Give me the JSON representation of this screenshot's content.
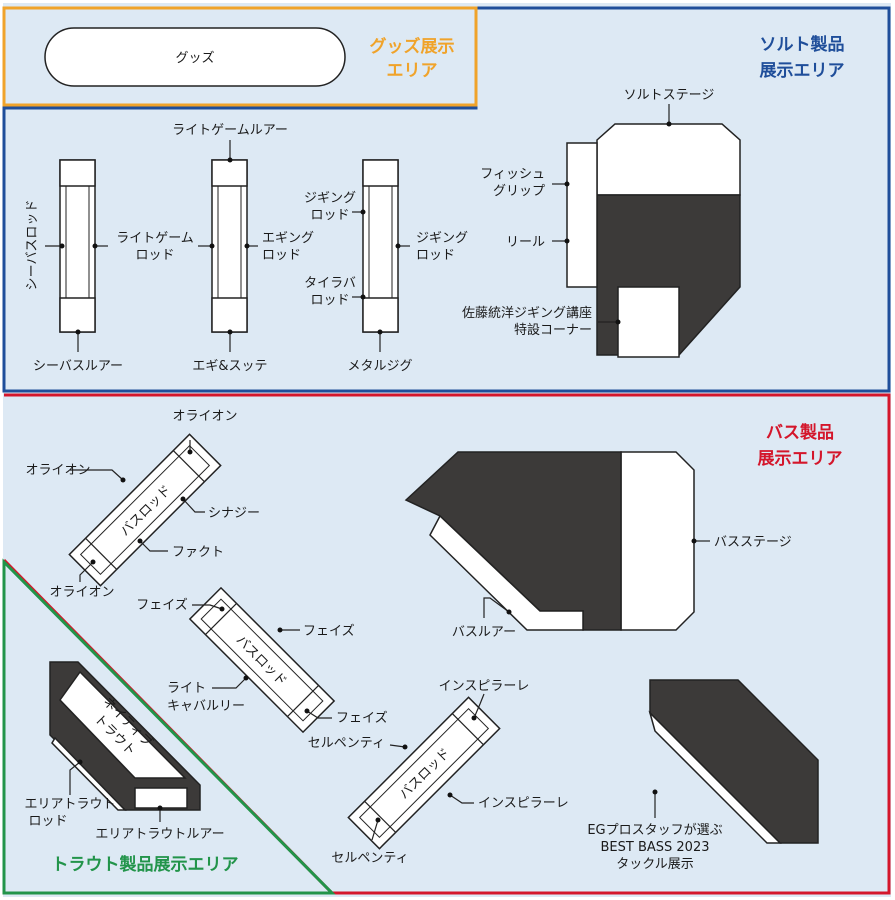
{
  "colors": {
    "background": "#dde9f4",
    "goods": "#f0a32a",
    "salt": "#1f4e9a",
    "bass": "#d4162b",
    "trout": "#22944a",
    "dark_fixture": "#3c3a39"
  },
  "areas": {
    "goods": [
      "グッズ展示",
      "エリア"
    ],
    "salt": [
      "ソルト製品",
      "展示エリア"
    ],
    "bass": [
      "バス製品",
      "展示エリア"
    ],
    "trout": "トラウト製品展示エリア"
  },
  "goods": {
    "fixture": "グッズ"
  },
  "salt": {
    "stage": "ソルトステージ",
    "fish_grip": [
      "フィッシュ",
      "グリップ"
    ],
    "reel": "リール",
    "corner": [
      "佐藤統洋ジギング講座",
      "特設コーナー"
    ],
    "light_game_lure": "ライトゲームルアー",
    "light_game_rod": [
      "ライトゲーム",
      "ロッド"
    ],
    "eging_rod": [
      "エギング",
      "ロッド"
    ],
    "jigging_rod_left": [
      "ジギング",
      "ロッド"
    ],
    "jigging_rod_right": [
      "ジギング",
      "ロッド"
    ],
    "tairaba_rod": [
      "タイラバ",
      "ロッド"
    ],
    "seabass_rod": "シーバスロッド",
    "seabass_lure": "シーバスルアー",
    "egi_sutte": "エギ&スッテ",
    "metal_jig": "メタルジグ"
  },
  "bass": {
    "bass_rod": "バスロッド",
    "orion_top": "オライオン",
    "orion_left": "オライオン",
    "orion_bottom": "オライオン",
    "synergy": "シナジー",
    "fact": "ファクト",
    "phase_top_left": "フェイズ",
    "phase_right": "フェイズ",
    "phase_bottom": "フェイズ",
    "light_cavalry": [
      "ライト",
      "キャバルリー"
    ],
    "inspirare_top": "インスピラーレ",
    "inspirare_right": "インスピラーレ",
    "serpentine_top": "セルペンティ",
    "serpentine_bottom": "セルペンティ",
    "bass_stage": "バスステージ",
    "bass_lure": "バスルアー",
    "best_bass": [
      "EGプロスタッフが選ぶ",
      "BEST BASS 2023",
      "タックル展示"
    ]
  },
  "trout": {
    "native_trout": [
      "ネイティブ",
      "トラウト"
    ],
    "area_trout_rod": [
      "エリアトラウト",
      "ロッド"
    ],
    "area_trout_lure": "エリアトラウトルアー"
  }
}
